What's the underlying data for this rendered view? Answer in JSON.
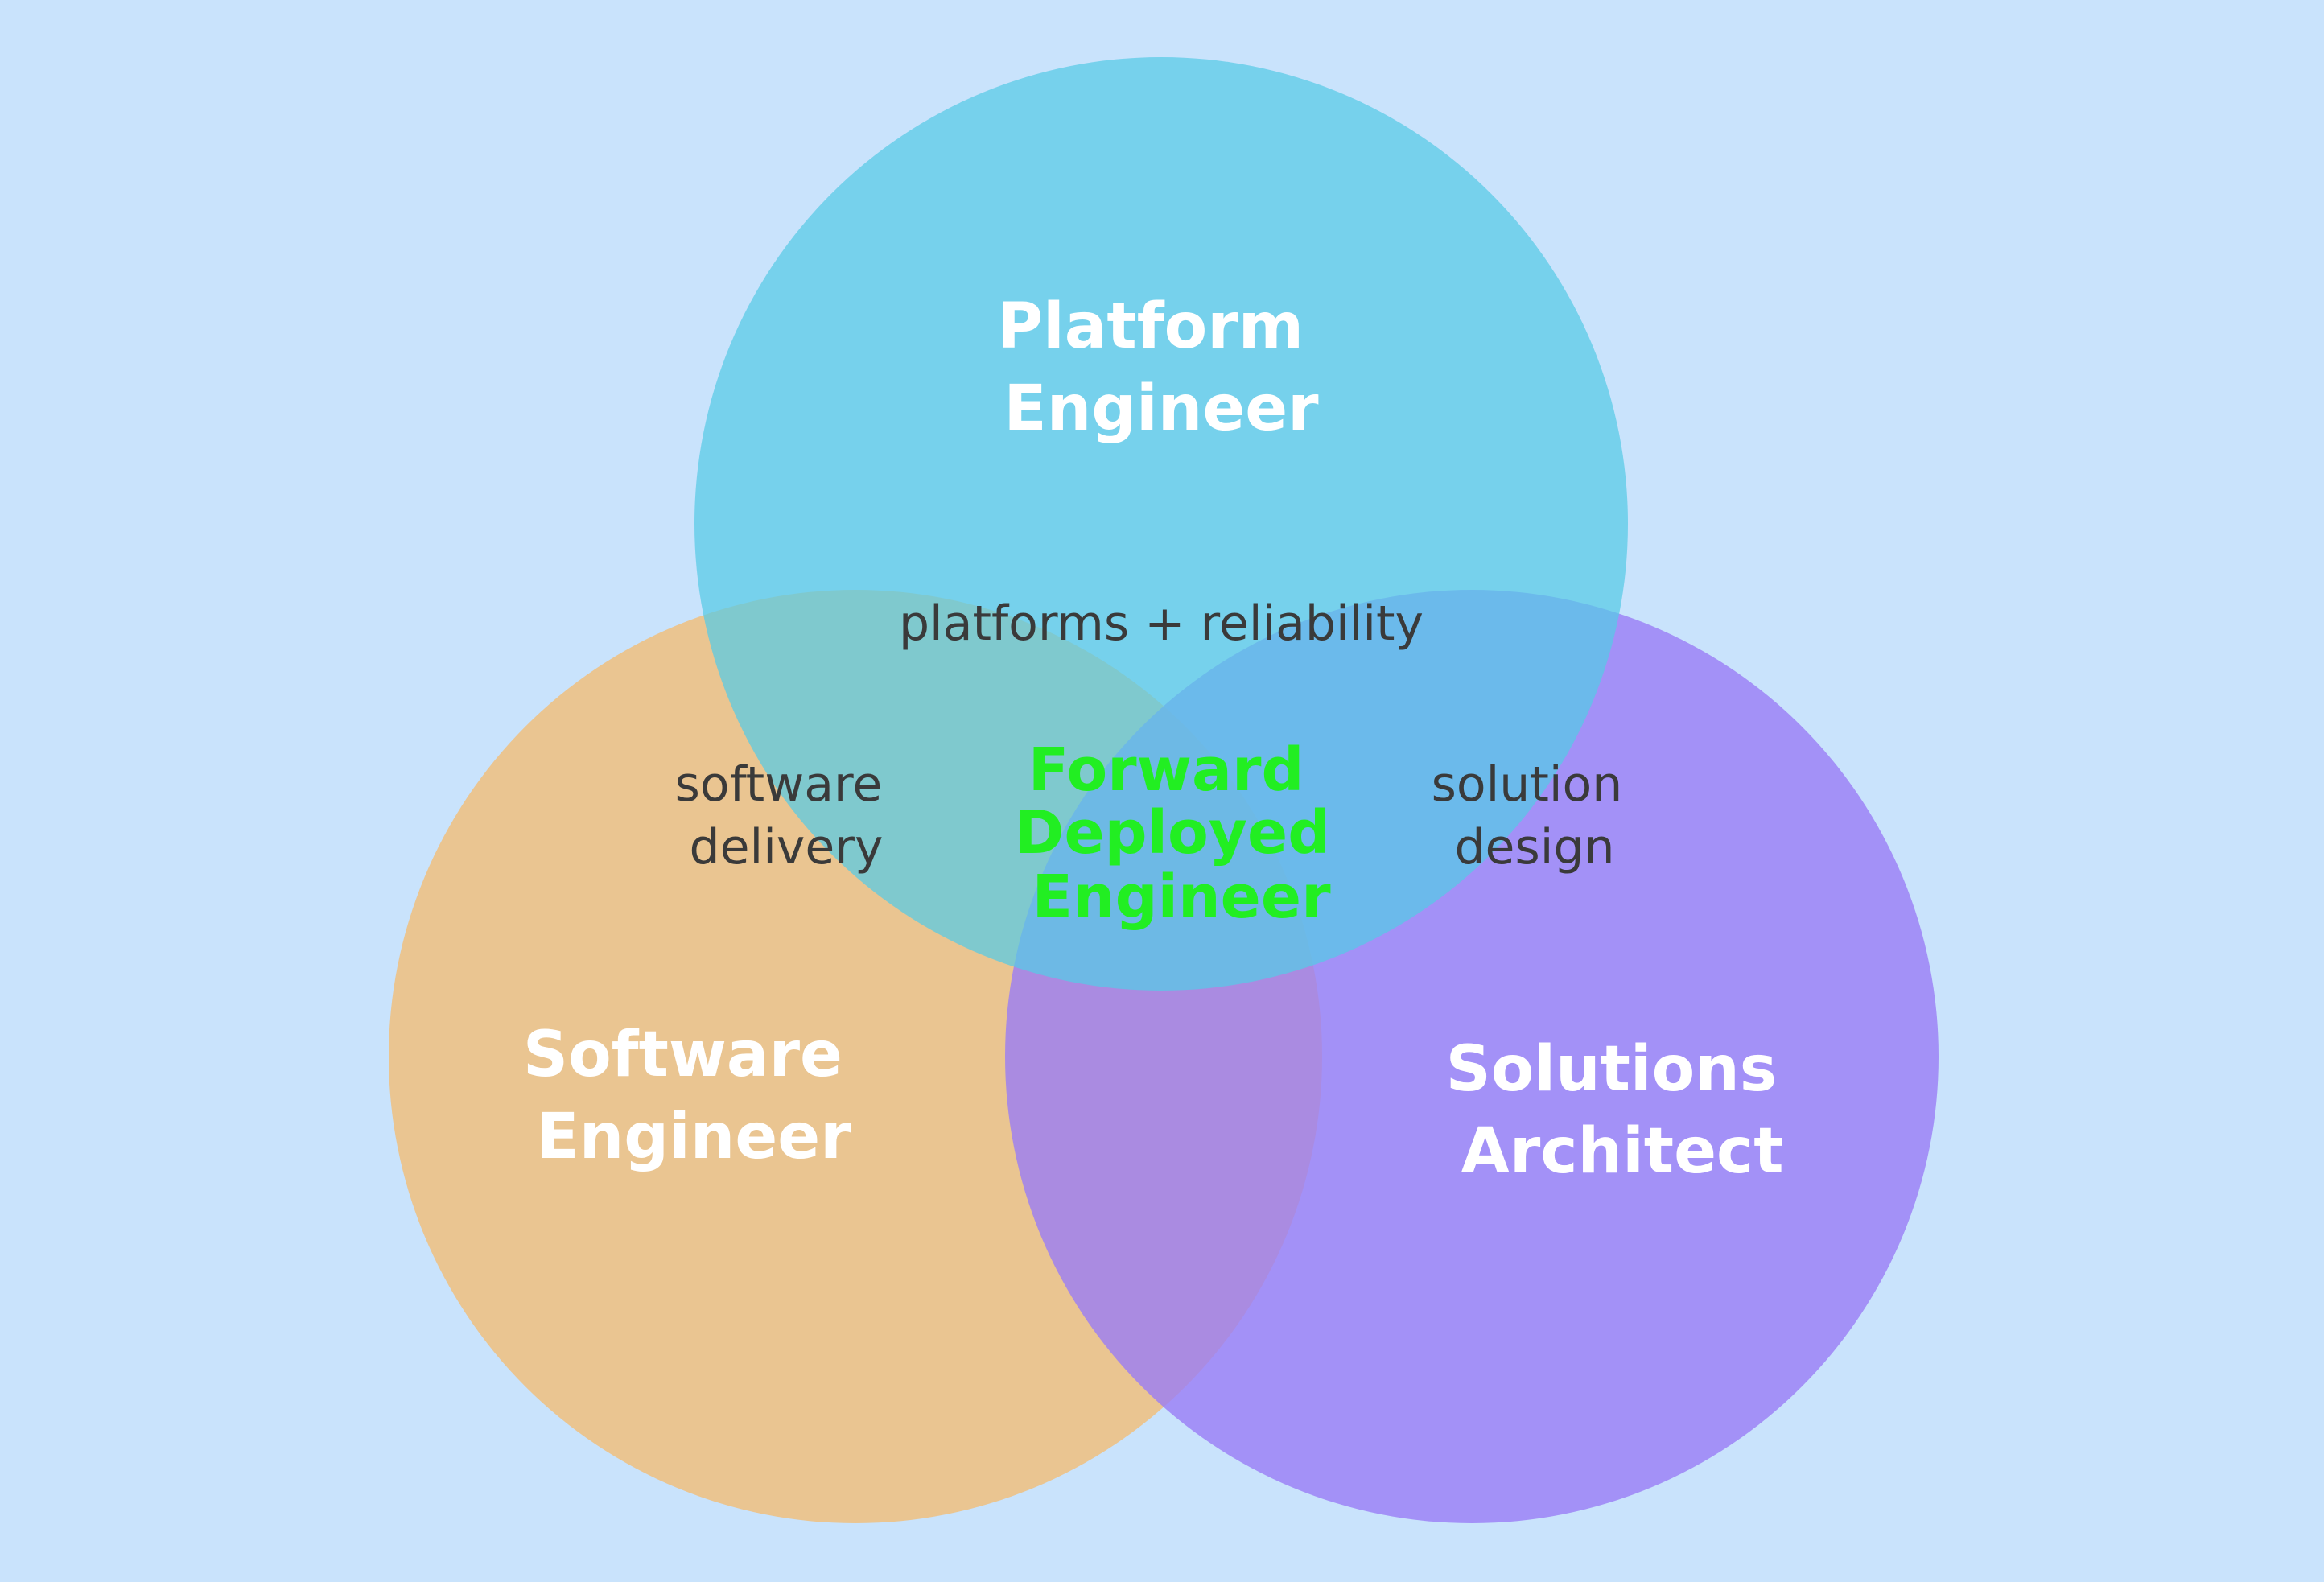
{
  "colors": {
    "background": "#c9e3fc",
    "platform": "#56cbe6",
    "software": "#f3bd76",
    "solutions": "#9a7cf5",
    "role_text": "#ffffff",
    "overlap_text": "#3a3a3a",
    "center_text": "#22ee22"
  },
  "roles": {
    "platform": [
      "Platform",
      "Engineer"
    ],
    "software": [
      "Software",
      "Engineer"
    ],
    "solutions": [
      "Solutions",
      "Architect"
    ]
  },
  "overlaps": {
    "platform_software": [
      "software",
      "delivery"
    ],
    "platform_solutions": [
      "solution",
      "design"
    ],
    "top": [
      "platforms + reliability"
    ]
  },
  "center": [
    "Forward",
    "Deployed",
    "Engineer"
  ]
}
